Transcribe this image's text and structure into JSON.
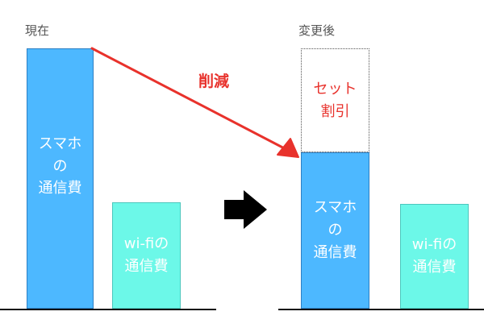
{
  "before": {
    "label": "現在",
    "phone_bar": {
      "lines": [
        "スマホ",
        "の",
        "通信費"
      ]
    },
    "wifi_bar": {
      "lines": [
        "wi-fiの",
        "通信費"
      ]
    }
  },
  "after": {
    "label": "変更後",
    "discount_box": {
      "lines": [
        "セット",
        "割引"
      ]
    },
    "phone_bar": {
      "lines": [
        "スマホ",
        "の",
        "通信費"
      ]
    },
    "wifi_bar": {
      "lines": [
        "wi-fiの",
        "通信費"
      ]
    }
  },
  "reduction_label": "削減",
  "colors": {
    "phone_blue": "#4db8ff",
    "wifi_cyan": "#6cf8e8",
    "reduction_red": "#e8322c",
    "arrow_black": "#000000",
    "label_gray": "#555555"
  },
  "icons": {
    "transition_arrow": "right-arrow-icon",
    "reduction_arrow": "diagonal-arrow-icon"
  }
}
